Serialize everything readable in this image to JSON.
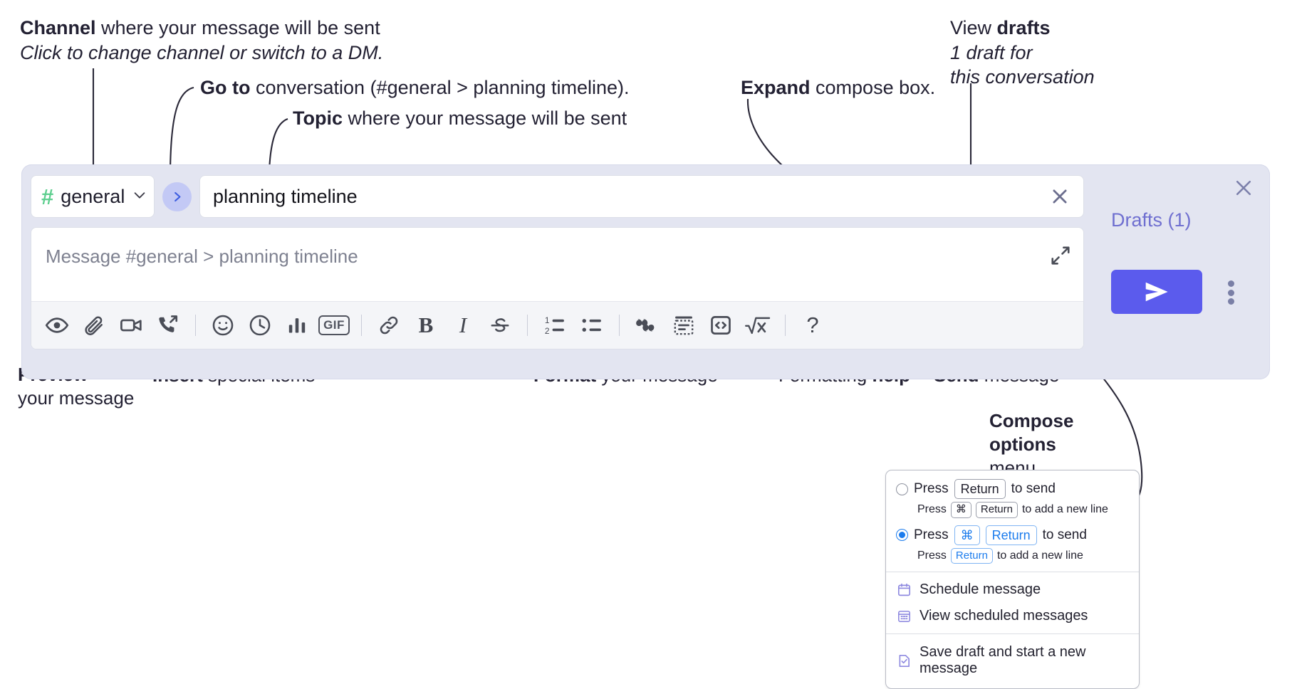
{
  "annotations": {
    "channel": {
      "bold": "Channel",
      "rest": " where your message will be sent",
      "sub": "Click to change channel or switch to a DM."
    },
    "goto": {
      "bold": "Go to",
      "rest": " conversation (#general > planning timeline)."
    },
    "topic": {
      "bold": "Topic",
      "rest": " where your message will be sent"
    },
    "expand": {
      "bold": "Expand",
      "rest": " compose box."
    },
    "drafts": {
      "bold_lead": "View ",
      "bold": "drafts",
      "sub1": "1 draft for",
      "sub2": "this conversation"
    },
    "preview": {
      "bold": "Preview",
      "sub": "your message"
    },
    "insert": {
      "bold": "Insert",
      "rest": " special items"
    },
    "format": {
      "bold": "Format",
      "rest": " your message"
    },
    "help": {
      "lead": "Formatting ",
      "bold": "help"
    },
    "send": {
      "bold": "Send",
      "rest": " message"
    },
    "compose_options": {
      "line1": "Compose",
      "line2": "options",
      "line3": "menu"
    }
  },
  "compose": {
    "channel": {
      "hash": "#",
      "name": "general",
      "chevron_icon": "chevron-down-icon"
    },
    "goto_icon": "chevron-right-icon",
    "topic": {
      "value": "planning timeline",
      "clear_icon": "close-icon"
    },
    "message": {
      "placeholder": "Message #general > planning timeline",
      "value": "",
      "expand_icon": "expand-diagonal-icon"
    },
    "panel_close_icon": "close-icon",
    "drafts_label": "Drafts (1)",
    "send_icon": "send-paper-plane-icon",
    "more_icon": "kebab-vertical-icon",
    "toolbar": [
      {
        "name": "preview-icon",
        "type": "icon",
        "label": "Preview"
      },
      {
        "name": "attachment-paperclip-icon",
        "type": "icon",
        "label": "Attach file"
      },
      {
        "name": "video-camera-icon",
        "type": "icon",
        "label": "Video clip"
      },
      {
        "name": "phone-outgoing-icon",
        "type": "icon",
        "label": "Audio clip"
      },
      {
        "name": "divider",
        "type": "sep",
        "label": ""
      },
      {
        "name": "emoji-smiley-icon",
        "type": "icon",
        "label": "Emoji"
      },
      {
        "name": "clock-icon",
        "type": "icon",
        "label": "Reminder"
      },
      {
        "name": "bar-chart-icon",
        "type": "icon",
        "label": "Poll"
      },
      {
        "name": "gif-icon",
        "type": "gif",
        "label": "GIF"
      },
      {
        "name": "divider",
        "type": "sep",
        "label": ""
      },
      {
        "name": "link-icon",
        "type": "icon",
        "label": "Link"
      },
      {
        "name": "bold-icon",
        "type": "glyph-bold",
        "label": "B"
      },
      {
        "name": "italic-icon",
        "type": "glyph-italic",
        "label": "I"
      },
      {
        "name": "strikethrough-icon",
        "type": "icon",
        "label": "Strikethrough"
      },
      {
        "name": "divider",
        "type": "sep",
        "label": ""
      },
      {
        "name": "ordered-list-icon",
        "type": "icon",
        "label": "Ordered list"
      },
      {
        "name": "bulleted-list-icon",
        "type": "icon",
        "label": "Bulleted list"
      },
      {
        "name": "divider",
        "type": "sep",
        "label": ""
      },
      {
        "name": "blockquote-icon",
        "type": "icon",
        "label": "Blockquote"
      },
      {
        "name": "code-block-icon",
        "type": "icon",
        "label": "Code block"
      },
      {
        "name": "inline-code-icon",
        "type": "icon",
        "label": "Code"
      },
      {
        "name": "math-formula-icon",
        "type": "icon",
        "label": "Math"
      },
      {
        "name": "divider",
        "type": "sep",
        "label": ""
      },
      {
        "name": "help-question-icon",
        "type": "glyph-question",
        "label": "?"
      }
    ]
  },
  "options_menu": {
    "radio_options": [
      {
        "selected": false,
        "press": "Press",
        "keys": [
          "Return"
        ],
        "tail": "to send",
        "sub_press": "Press",
        "sub_keys": [
          "⌘",
          "Return"
        ],
        "sub_tail": "to add a new line"
      },
      {
        "selected": true,
        "press": "Press",
        "keys": [
          "⌘",
          "Return"
        ],
        "tail": "to send",
        "sub_press": "Press",
        "sub_keys": [
          "Return"
        ],
        "sub_tail": "to add a new line"
      }
    ],
    "items": [
      {
        "icon": "calendar-icon",
        "label": "Schedule message"
      },
      {
        "icon": "calendar-grid-icon",
        "label": "View scheduled messages"
      },
      {
        "icon": "file-check-icon",
        "label": "Save draft and start a new message",
        "divider_above": true
      }
    ]
  },
  "colors": {
    "panel_bg": "#e3e5f1",
    "send_purple": "#5b5bed",
    "drafts_purple": "#6f6fd0",
    "hash_green": "#5ecf8f",
    "goto_bg": "#c3c9f5",
    "accent_blue": "#1c7ced",
    "menu_icon_purple": "#8f8ae0"
  }
}
